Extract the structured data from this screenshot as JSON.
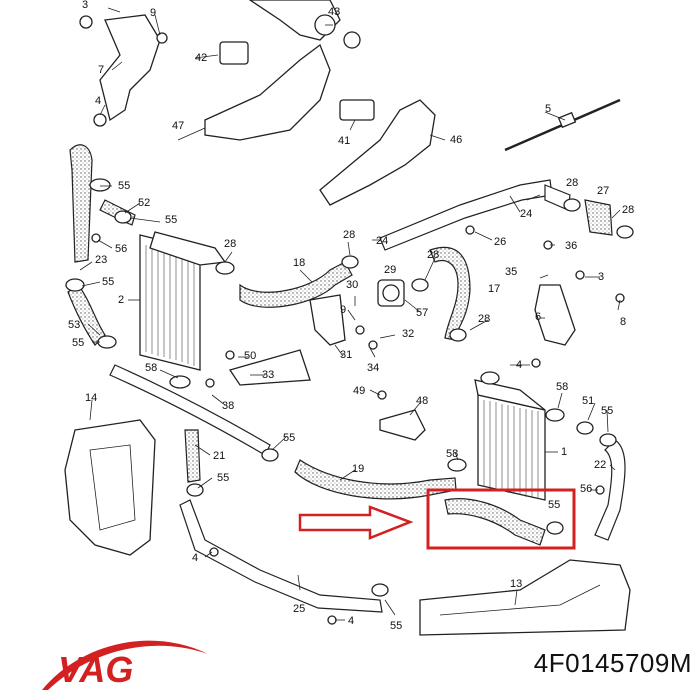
{
  "labels": {
    "l2": "2",
    "l3": "3",
    "l4": "4",
    "l5": "5",
    "l6": "6",
    "l7": "7",
    "l8": "8",
    "l9": "9",
    "l13": "13",
    "l14": "14",
    "l17": "17",
    "l18": "18",
    "l19": "19",
    "l21": "21",
    "l22": "22",
    "l23": "23",
    "l24": "24",
    "l25": "25",
    "l26": "26",
    "l27": "27",
    "l28": "28",
    "l29": "29",
    "l30": "30",
    "l31": "31",
    "l32": "32",
    "l33": "33",
    "l34": "34",
    "l35": "35",
    "l36": "36",
    "l38": "38",
    "l41": "41",
    "l42": "42",
    "l43": "43",
    "l46": "46",
    "l47": "47",
    "l48": "48",
    "l49": "49",
    "l50": "50",
    "l51": "51",
    "l52": "52",
    "l53": "53",
    "l55": "55",
    "l56": "56",
    "l57": "57",
    "l58": "58"
  },
  "brand": {
    "logo_text": "VAG",
    "brand_color": "#d32020"
  },
  "part_number": "4F0145709M",
  "highlight": {
    "color": "#d32020"
  }
}
